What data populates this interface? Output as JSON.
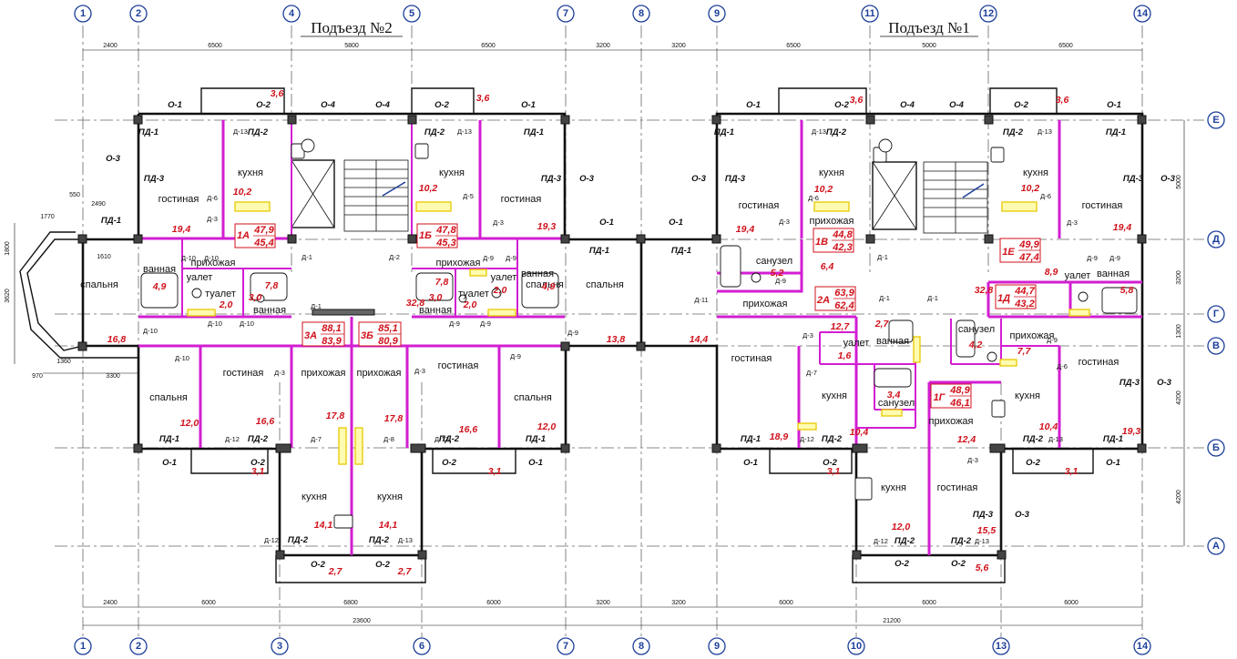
{
  "titles": {
    "entrance2": "Подъезд №2",
    "entrance1": "Подъезд №1"
  },
  "axes_top": [
    "1",
    "2",
    "4",
    "5",
    "7",
    "8",
    "9",
    "11",
    "12",
    "14"
  ],
  "axes_bottom": [
    "1",
    "2",
    "3",
    "6",
    "7",
    "8",
    "9",
    "10",
    "13",
    "14"
  ],
  "axes_right": [
    "Е",
    "Д",
    "Г",
    "В",
    "Б",
    "А"
  ],
  "dims_top": [
    "2400",
    "6500",
    "5800",
    "6500",
    "3200",
    "3200",
    "6500",
    "5000",
    "6500"
  ],
  "dims_bottom": [
    "2400",
    "6000",
    "6800",
    "6000",
    "3200",
    "3200",
    "6000",
    "6000",
    "6000"
  ],
  "dims_total": [
    "23600",
    "21200"
  ],
  "dims_right": [
    "5000",
    "3200",
    "1300",
    "4200",
    "4200"
  ],
  "dims_left": [
    "550",
    "2490",
    "1770",
    "1610",
    "1800",
    "3620",
    "1360",
    "3300",
    "970"
  ],
  "rooms": {
    "living": "гостиная",
    "kitchen": "кухня",
    "bedroom": "спальня",
    "hall": "прихожая",
    "bath": "ванная",
    "wc": "туалет",
    "wc_short": "уалет",
    "sanuzel": "санузел"
  },
  "flats": [
    {
      "id": "1A",
      "a": "47,9",
      "b": "45,4"
    },
    {
      "id": "1Б",
      "a": "47,8",
      "b": "45,3"
    },
    {
      "id": "3A",
      "a": "88,1",
      "b": "83,9"
    },
    {
      "id": "3Б",
      "a": "85,1",
      "b": "80,9"
    },
    {
      "id": "1В",
      "a": "44,8",
      "b": "42,3"
    },
    {
      "id": "2A",
      "a": "63,9",
      "b": "62,4"
    },
    {
      "id": "1Е",
      "a": "49,9",
      "b": "47,4"
    },
    {
      "id": "1Д",
      "a": "44,7",
      "b": "43,2"
    },
    {
      "id": "1Г",
      "a": "48,9",
      "b": "46,1"
    }
  ],
  "areas": [
    "3,6",
    "3,6",
    "3,6",
    "3,6",
    "10,2",
    "10,2",
    "10,2",
    "10,2",
    "19,4",
    "19,3",
    "19,4",
    "19,4",
    "7,8",
    "7,8",
    "4,9",
    "4,9",
    "2,0",
    "2,0",
    "2,0",
    "3,0",
    "3,0",
    "32,8",
    "32,8",
    "16,8",
    "13,8",
    "14,4",
    "12,0",
    "12,0",
    "16,6",
    "16,6",
    "17,8",
    "17,8",
    "3,1",
    "3,1",
    "3,1",
    "3,1",
    "14,1",
    "14,1",
    "2,7",
    "2,7",
    "5,2",
    "6,4",
    "8,9",
    "5,8",
    "4,2",
    "7,7",
    "12,7",
    "2,7",
    "1,6",
    "3,4",
    "10,4",
    "10,4",
    "18,9",
    "19,3",
    "12,4",
    "12,0",
    "15,5",
    "5,6"
  ],
  "windows": [
    "О-1",
    "О-2",
    "О-3",
    "О-4",
    "ПД-1",
    "ПД-2",
    "ПД-3"
  ],
  "doors": [
    "Д-1",
    "Д-2",
    "Д-3",
    "Д-5",
    "Д-6",
    "Д-7",
    "Д-8",
    "Д-9",
    "Д-10",
    "Д-11",
    "Д-12",
    "Д-13"
  ]
}
